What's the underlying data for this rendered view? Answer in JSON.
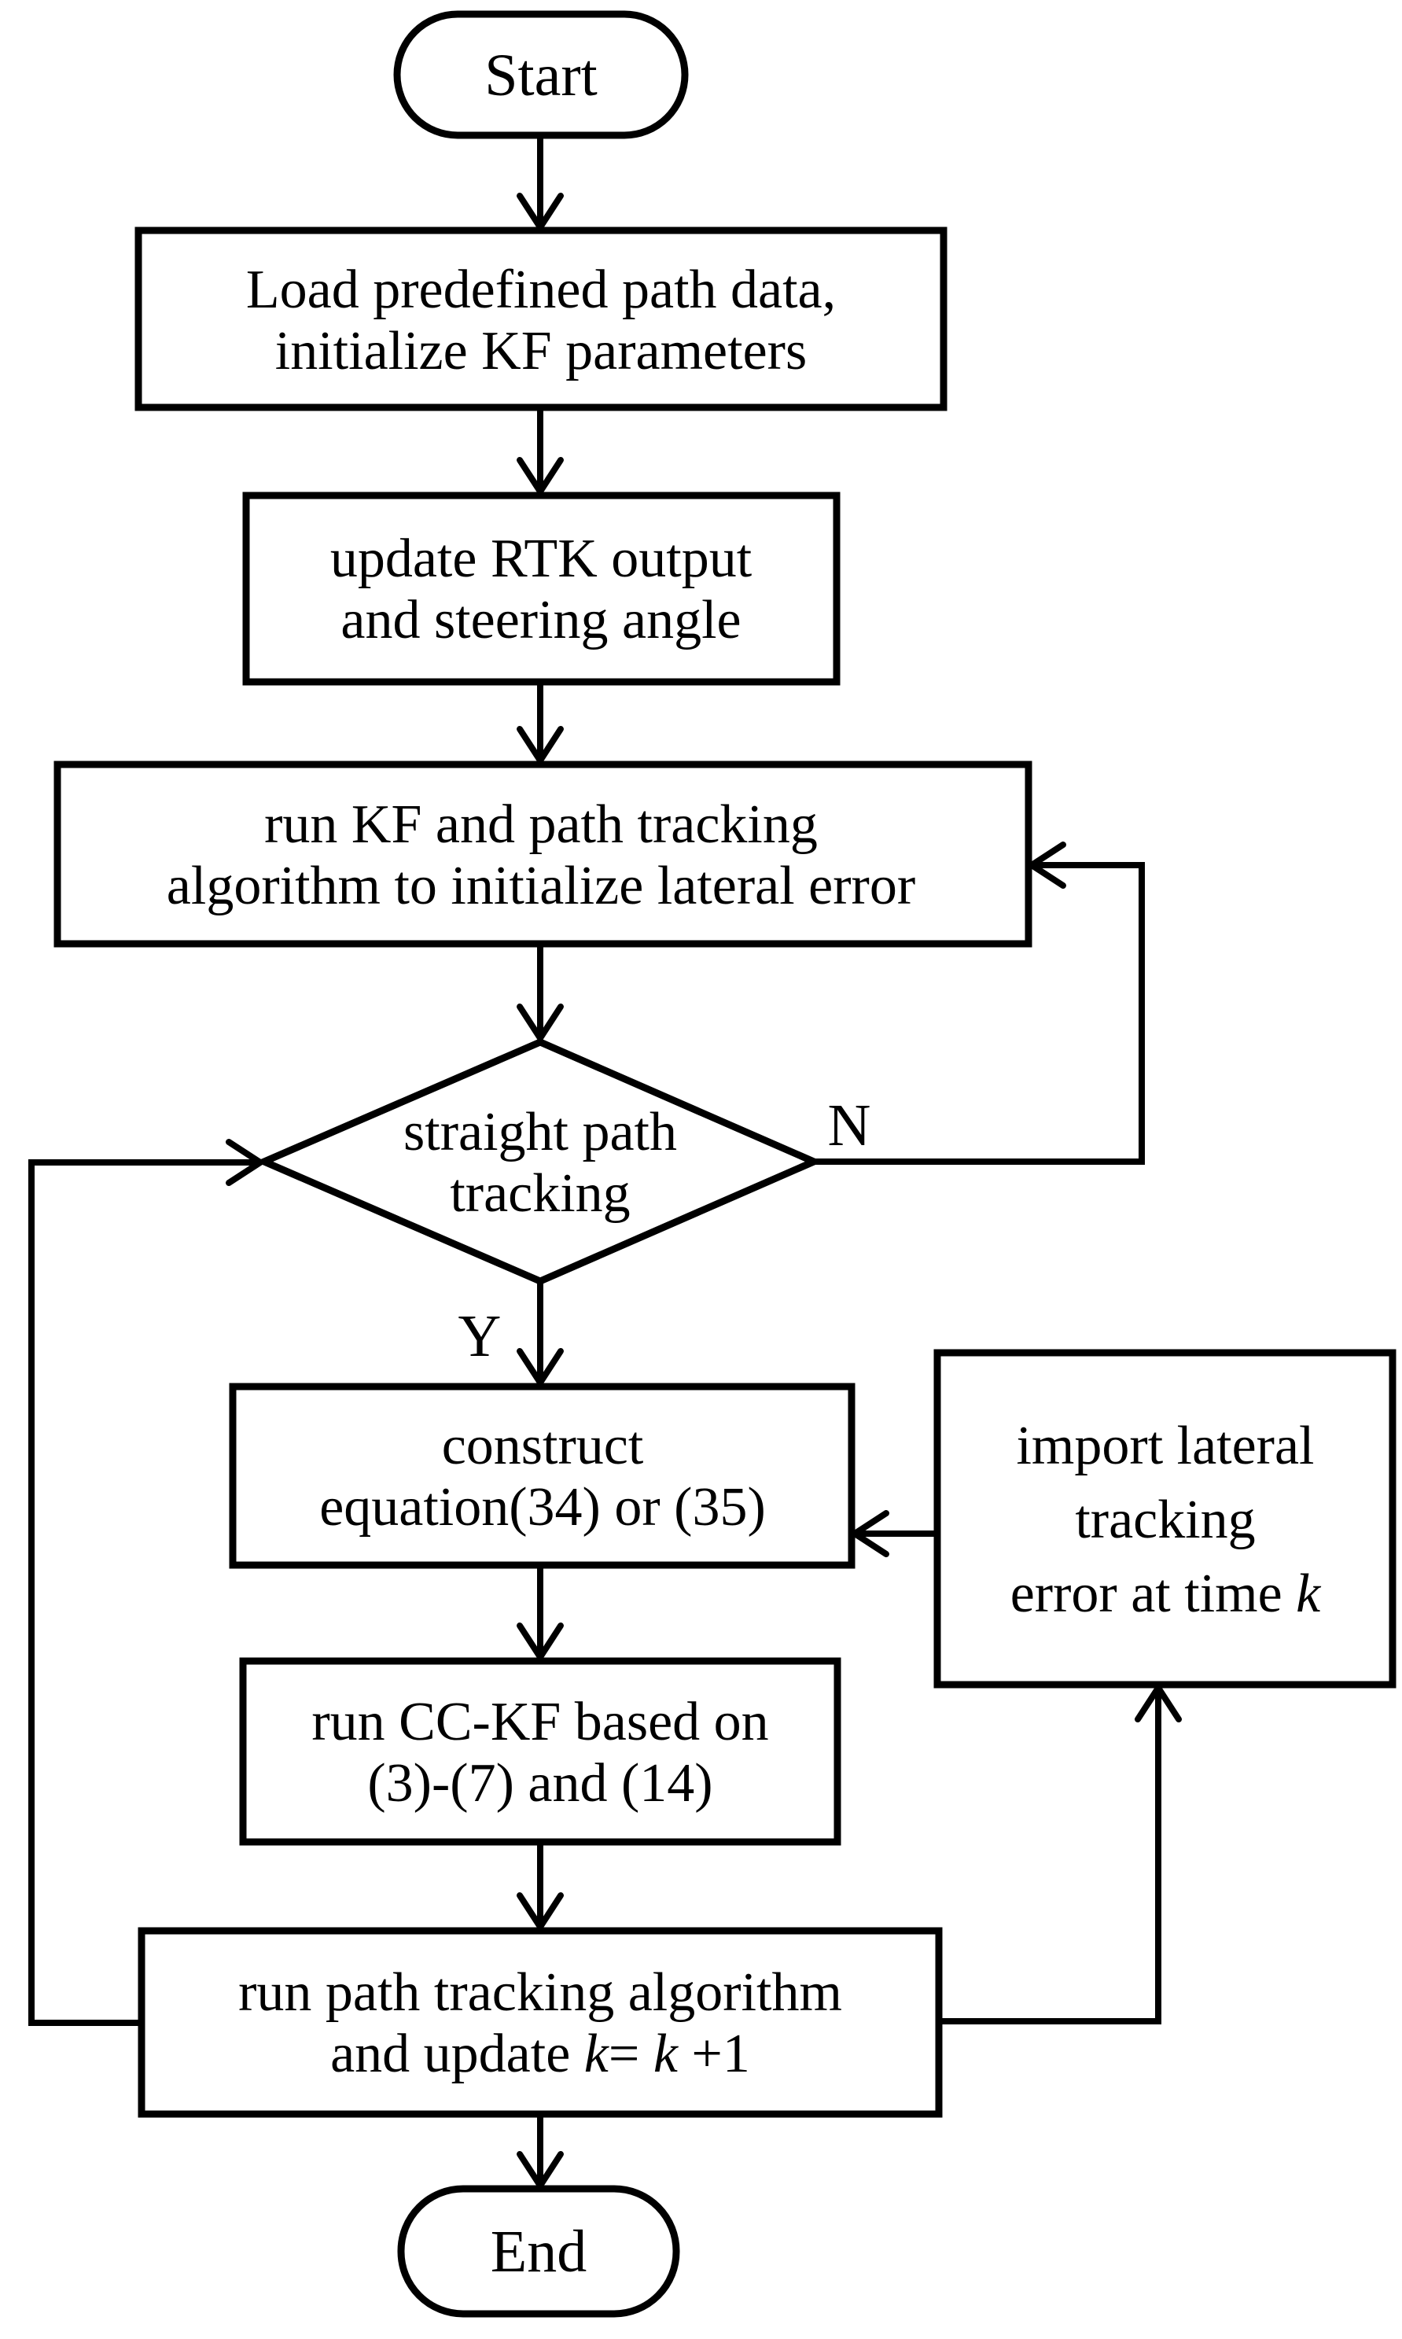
{
  "flowchart": {
    "background_color": "#ffffff",
    "stroke_color": "#000000",
    "nodes": {
      "start": {
        "type": "terminator",
        "label": "Start"
      },
      "load": {
        "type": "process",
        "line1": "Load predefined path data,",
        "line2": "initialize KF parameters"
      },
      "update": {
        "type": "process",
        "line1": "update RTK output",
        "line2": "and steering angle"
      },
      "run_kf": {
        "type": "process",
        "line1": "run KF and path tracking",
        "line2": "algorithm to initialize lateral error"
      },
      "decision": {
        "type": "decision",
        "line1": "straight path",
        "line2": "tracking"
      },
      "construct": {
        "type": "process",
        "line1": "construct",
        "line2": "equation(34) or (35)"
      },
      "import_error": {
        "type": "process",
        "line1": "import lateral",
        "line2": "tracking",
        "line3_prefix": "error at time ",
        "line3_var": "k"
      },
      "run_cckf": {
        "type": "process",
        "line1": "run CC-KF based on",
        "line2": "(3)-(7) and (14)"
      },
      "run_path": {
        "type": "process",
        "line1": "run path tracking algorithm",
        "line2_p1": "and update ",
        "line2_k1": "k",
        "line2_p2": "= ",
        "line2_k2": "k",
        "line2_p3": " +1"
      },
      "end": {
        "type": "terminator",
        "label": "End"
      }
    },
    "edge_labels": {
      "no": "N",
      "yes": "Y"
    }
  }
}
